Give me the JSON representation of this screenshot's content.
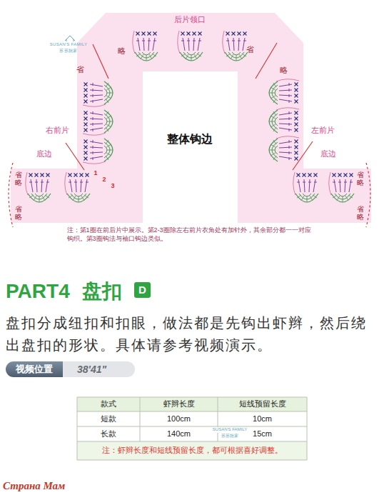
{
  "diagram": {
    "title": "PART4 盘扣",
    "nodes": [
      {
        "text": [
          "D"
        ]
      },
      {
        "text": [
          "视频位置",
          "38'41\""
        ]
      }
    ],
    "labels": [
      "后片领口",
      "省",
      "略",
      "省",
      "略",
      "SUSAN'S FAMILY",
      "苏苏姐家",
      "右前片",
      "左前片",
      "整体钩边",
      "底边",
      "底边",
      "1",
      "2",
      "3",
      "省略",
      "省略",
      "省略",
      "省略",
      "注：第1圈在前后片中展示。第2-3圈除左右前片衣角处有加针外，其余部分都一一对应钩织。第3圈钩法与袖口钩边类似。",
      "盘扣分成纽扣和扣眼，做法都是先钩出虾辫，然后绕出盘扣的形状。具体请参考视频演示。",
      "款式",
      "虾辫长度",
      "短线预留长度",
      "短款",
      "100cm",
      "10cm",
      "长款",
      "140cm",
      "15cm",
      "注：虾辫长度和短线预留长度，都可根据喜好调整。",
      "SUSAN'S FAMILY",
      "苏苏姐家",
      "Страна Мам"
    ]
  }
}
